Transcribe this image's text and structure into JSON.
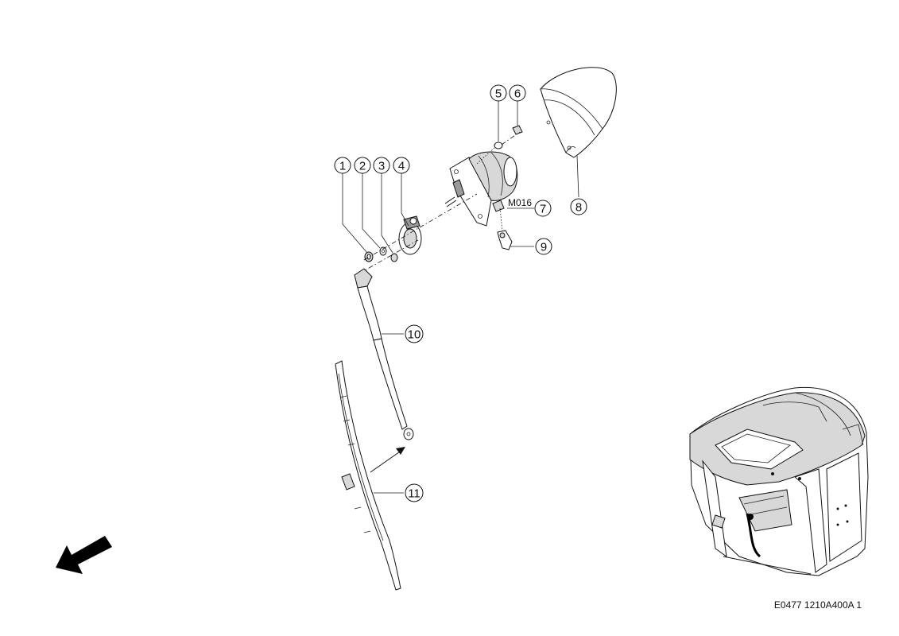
{
  "callouts": [
    {
      "id": "1",
      "label": "1"
    },
    {
      "id": "2",
      "label": "2"
    },
    {
      "id": "3",
      "label": "3"
    },
    {
      "id": "4",
      "label": "4"
    },
    {
      "id": "5",
      "label": "5"
    },
    {
      "id": "6",
      "label": "6"
    },
    {
      "id": "7",
      "label": "7"
    },
    {
      "id": "8",
      "label": "8"
    },
    {
      "id": "9",
      "label": "9"
    },
    {
      "id": "10",
      "label": "10"
    },
    {
      "id": "11",
      "label": "11"
    }
  ],
  "connector_code": "M016",
  "drawing_reference": "E0477 1210A400A 1"
}
